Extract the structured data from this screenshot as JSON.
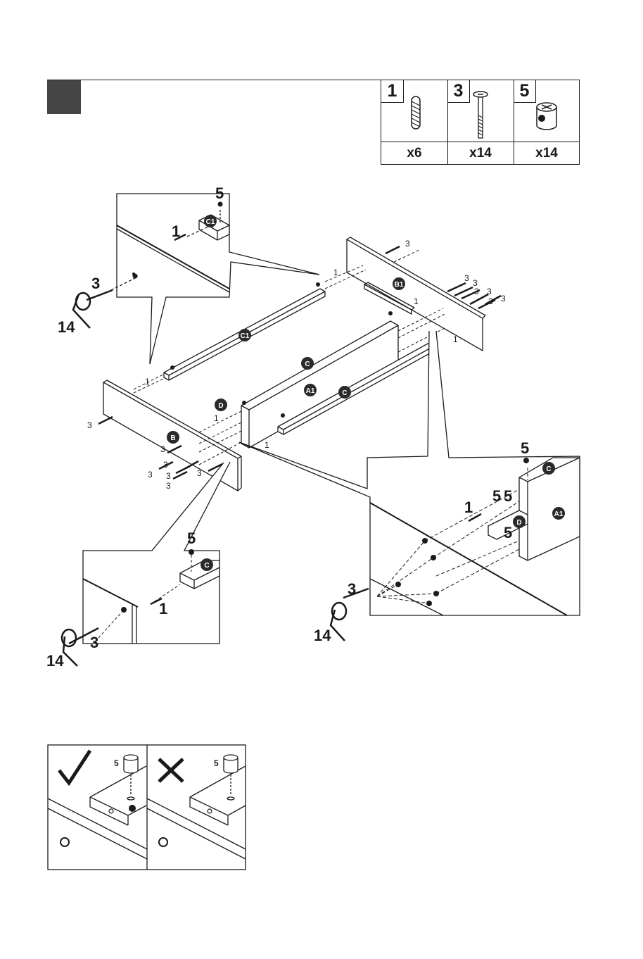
{
  "parts": [
    {
      "number": "1",
      "quantity": "x6",
      "icon": "wooden-dowel-icon"
    },
    {
      "number": "3",
      "quantity": "x14",
      "icon": "screw-bolt-icon"
    },
    {
      "number": "5",
      "quantity": "x14",
      "icon": "cam-lock-icon"
    }
  ],
  "panel_labels": {
    "C1": "C1",
    "B1": "B1",
    "C": "C",
    "A1": "A1",
    "D": "D",
    "B": "B"
  },
  "callouts": {
    "top_left": {
      "part_5": "5",
      "part_1": "1",
      "part_3": "3",
      "tool_14": "14",
      "panel": "C1"
    },
    "bottom_left": {
      "part_5": "5",
      "part_1": "1",
      "part_3": "3",
      "tool_14": "14",
      "panel": "C"
    },
    "right": {
      "part_5_top": "5",
      "part_5a": "5",
      "part_5b": "5",
      "part_5c": "5",
      "part_1": "1",
      "part_3": "3",
      "tool_14": "14",
      "panel_c": "C",
      "panel_a1": "A1",
      "panel_d": "D"
    }
  },
  "main_labels": {
    "one": "1",
    "three": "3"
  },
  "check_panel": {
    "ok_part": "5",
    "wrong_part": "5"
  }
}
